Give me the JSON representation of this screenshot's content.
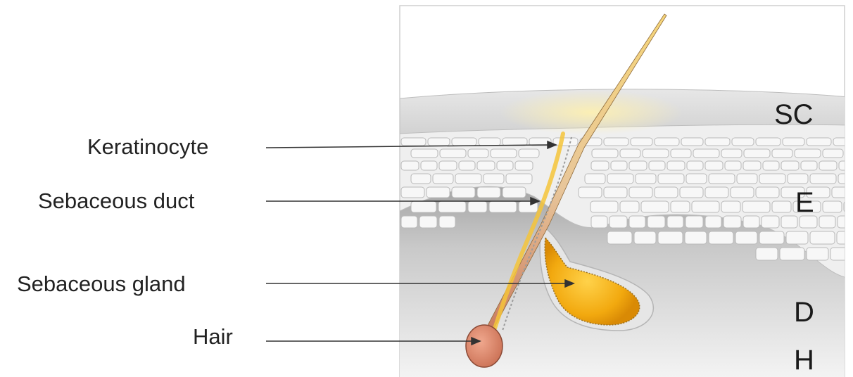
{
  "labels": {
    "keratinocyte": "Keratinocyte",
    "sebaceous_duct": "Sebaceous duct",
    "sebaceous_gland": "Sebaceous gland",
    "hair": "Hair"
  },
  "layers": {
    "sc": "SC",
    "e": "E",
    "d": "D",
    "h": "H"
  },
  "colors": {
    "cells": "#f3f3f3",
    "cell_outline": "#b9b9b9",
    "dermis": "#d6d6d6",
    "sebum": "#f2b318",
    "hair_bulb": "#d98b6e",
    "leader_line": "#333333"
  }
}
